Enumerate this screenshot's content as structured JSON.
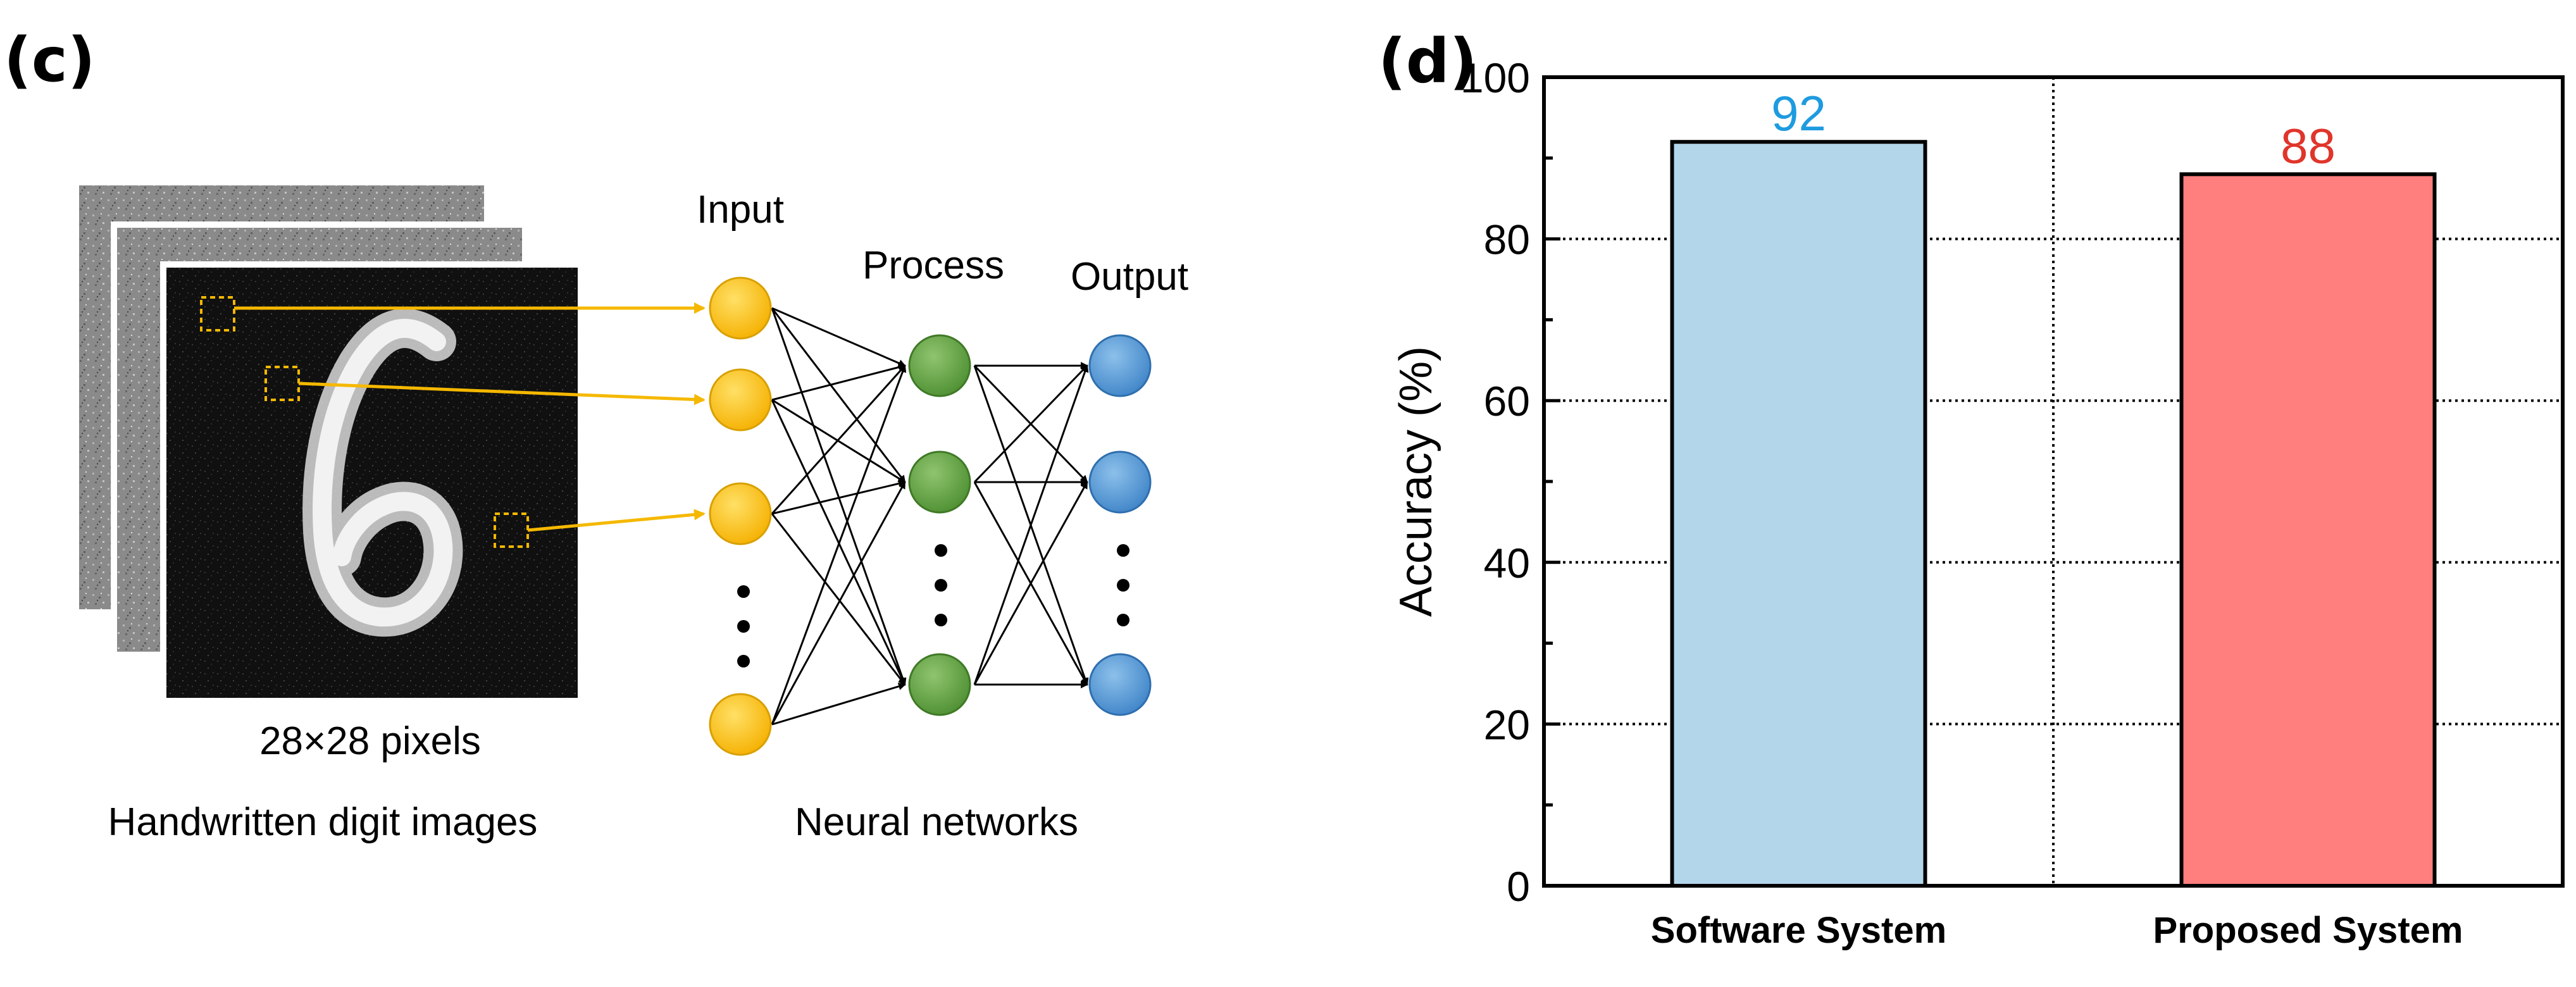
{
  "panel_c": {
    "label": "(c)",
    "pixels_label": "28×28 pixels",
    "images_caption": "Handwritten digit images",
    "input_label": "Input",
    "process_label": "Process",
    "output_label": "Output",
    "network_caption": "Neural networks",
    "colors": {
      "input_node": "#FFC000",
      "process_node": "#6AA84F",
      "output_node": "#5B9BD5",
      "arrow": "#F5B800",
      "highlight_box": "#F5B800"
    }
  },
  "panel_d": {
    "label": "(d)",
    "ylabel": "Accuracy (%)",
    "yticks": [
      "0",
      "20",
      "40",
      "60",
      "80",
      "100"
    ],
    "bar_labels": [
      "92",
      "88"
    ],
    "categories": [
      "Software System",
      "Proposed System"
    ],
    "colors": {
      "software_bar": "#B3D6EA",
      "proposed_bar": "#FF7F7F",
      "software_value": "#1E9BE0",
      "proposed_value": "#E0352B"
    }
  },
  "chart_data": {
    "type": "bar",
    "categories": [
      "Software System",
      "Proposed System"
    ],
    "values": [
      92,
      88
    ],
    "title": "",
    "xlabel": "",
    "ylabel": "Accuracy (%)",
    "ylim": [
      0,
      100
    ],
    "yticks": [
      0,
      20,
      40,
      60,
      80,
      100
    ],
    "grid": true,
    "legend": "none"
  }
}
